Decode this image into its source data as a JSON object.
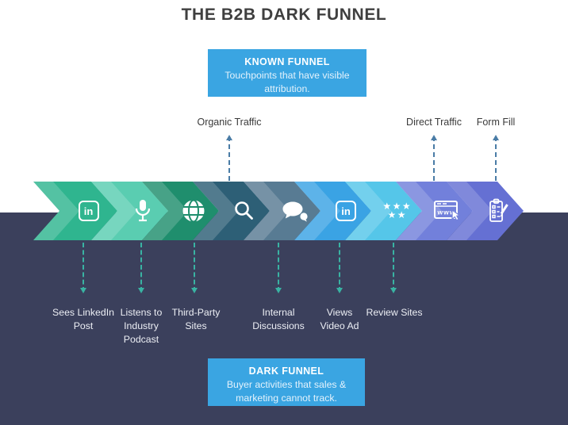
{
  "title": "THE B2B DARK FUNNEL",
  "known_funnel": {
    "heading": "KNOWN FUNNEL",
    "description": "Touchpoints that have visible attribution."
  },
  "dark_funnel": {
    "heading": "DARK FUNNEL",
    "description": "Buyer activities that sales & marketing cannot track."
  },
  "top_labels": [
    {
      "label": "Organic Traffic",
      "arrow": "up"
    },
    {
      "label": "Direct Traffic",
      "arrow": "up"
    },
    {
      "label": "Form Fill",
      "arrow": "up"
    }
  ],
  "bottom_labels": [
    {
      "label": "Sees LinkedIn Post",
      "arrow": "down"
    },
    {
      "label": "Listens to Industry Podcast",
      "arrow": "down"
    },
    {
      "label": "Third-Party Sites",
      "arrow": "down"
    },
    {
      "label": "Internal Discussions",
      "arrow": "down"
    },
    {
      "label": "Views Video Ad",
      "arrow": "down"
    },
    {
      "label": "Review Sites",
      "arrow": "down"
    }
  ],
  "funnel_segments": [
    {
      "icon": "linkedin-icon",
      "color": "#2fb58f",
      "badge_text": "in"
    },
    {
      "icon": "microphone-icon",
      "color": "#5acdb1"
    },
    {
      "icon": "globe-icon",
      "color": "#1f8e6d"
    },
    {
      "icon": "search-icon",
      "color": "#2d5f76"
    },
    {
      "icon": "chat-bubbles-icon",
      "color": "#587b93"
    },
    {
      "icon": "linkedin-icon",
      "color": "#3aa3e4",
      "badge_text": "in"
    },
    {
      "icon": "stars-icon",
      "color": "#55c6e9",
      "stars_row1": "★★★",
      "stars_row2": "★★"
    },
    {
      "icon": "browser-www-icon",
      "color": "#7280db",
      "browser_text": "www"
    },
    {
      "icon": "form-fill-icon",
      "color": "#6570d3"
    }
  ],
  "colors": {
    "background_top": "#ffffff",
    "background_bottom": "#3b405c",
    "box_blue": "#3aa5e2",
    "title_text": "#3f3f3f",
    "top_label_text": "#3a3a3a",
    "bottom_label_text": "#eceef4",
    "up_arrow": "#4a7ca6",
    "down_arrow": "#39b3a3"
  }
}
